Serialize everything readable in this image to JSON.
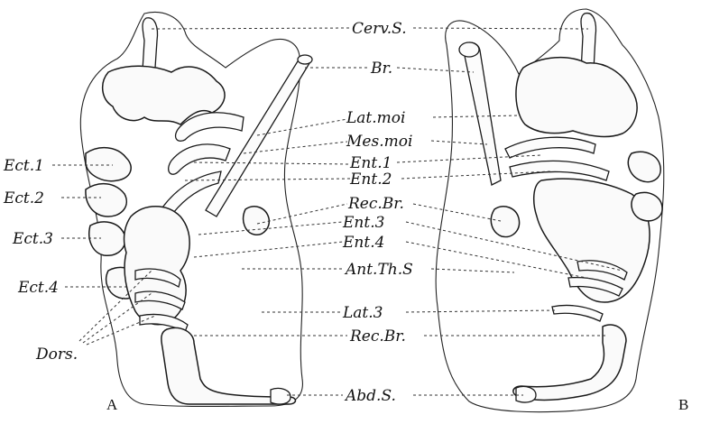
{
  "figure": {
    "panels": {
      "left": "A",
      "right": "B"
    },
    "center_labels": [
      "Cerv.S.",
      "Br.",
      "Lat.moi",
      "Mes.moi",
      "Ent.1",
      "Ent.2",
      "Rec.Br.",
      "Ent.3",
      "Ent.4",
      "Ant.Th.S",
      "Lat.3",
      "Rec.Br.",
      "Abd.S."
    ],
    "left_labels": [
      "Ect.1",
      "Ect.2",
      "Ect.3",
      "Ect.4",
      "Dors."
    ]
  }
}
